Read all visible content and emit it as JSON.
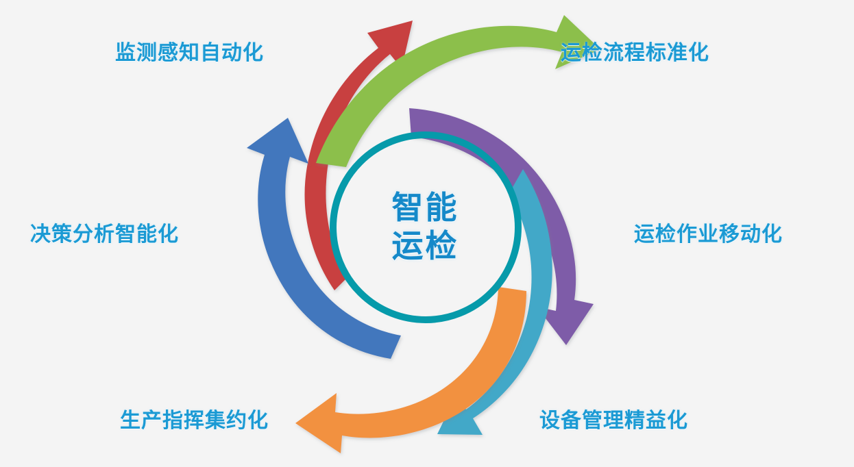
{
  "diagram": {
    "title": "智能运检",
    "center": {
      "line1": "智能",
      "line2": "运检",
      "text_color": "#1589c9",
      "ring_color": "#069aaa"
    },
    "background_color": "#f4f4f4",
    "label_color": "#1b9ad4",
    "arrow_count": 6,
    "rotation": "clockwise",
    "spokes": [
      {
        "id": "monitoring-automation",
        "label": "监测感知自动化",
        "color": "#c8413f",
        "color_name": "red",
        "position": "top-left",
        "arrow_direction": "up"
      },
      {
        "id": "process-standardization",
        "label": "运检流程标准化",
        "color": "#8cbf4b",
        "color_name": "green",
        "position": "top-right",
        "arrow_direction": "right"
      },
      {
        "id": "mobile-operations",
        "label": "运检作业移动化",
        "color": "#7e5ca8",
        "color_name": "purple",
        "position": "right",
        "arrow_direction": "down-right"
      },
      {
        "id": "equipment-lean-management",
        "label": "设备管理精益化",
        "color": "#42a8c8",
        "color_name": "light-blue",
        "position": "bottom-right",
        "arrow_direction": "down"
      },
      {
        "id": "production-command-intensive",
        "label": "生产指挥集约化",
        "color": "#f29140",
        "color_name": "orange",
        "position": "bottom-left",
        "arrow_direction": "left"
      },
      {
        "id": "decision-analysis-intelligent",
        "label": "决策分析智能化",
        "color": "#4277bd",
        "color_name": "dark-blue",
        "position": "left",
        "arrow_direction": "up-left"
      }
    ]
  }
}
